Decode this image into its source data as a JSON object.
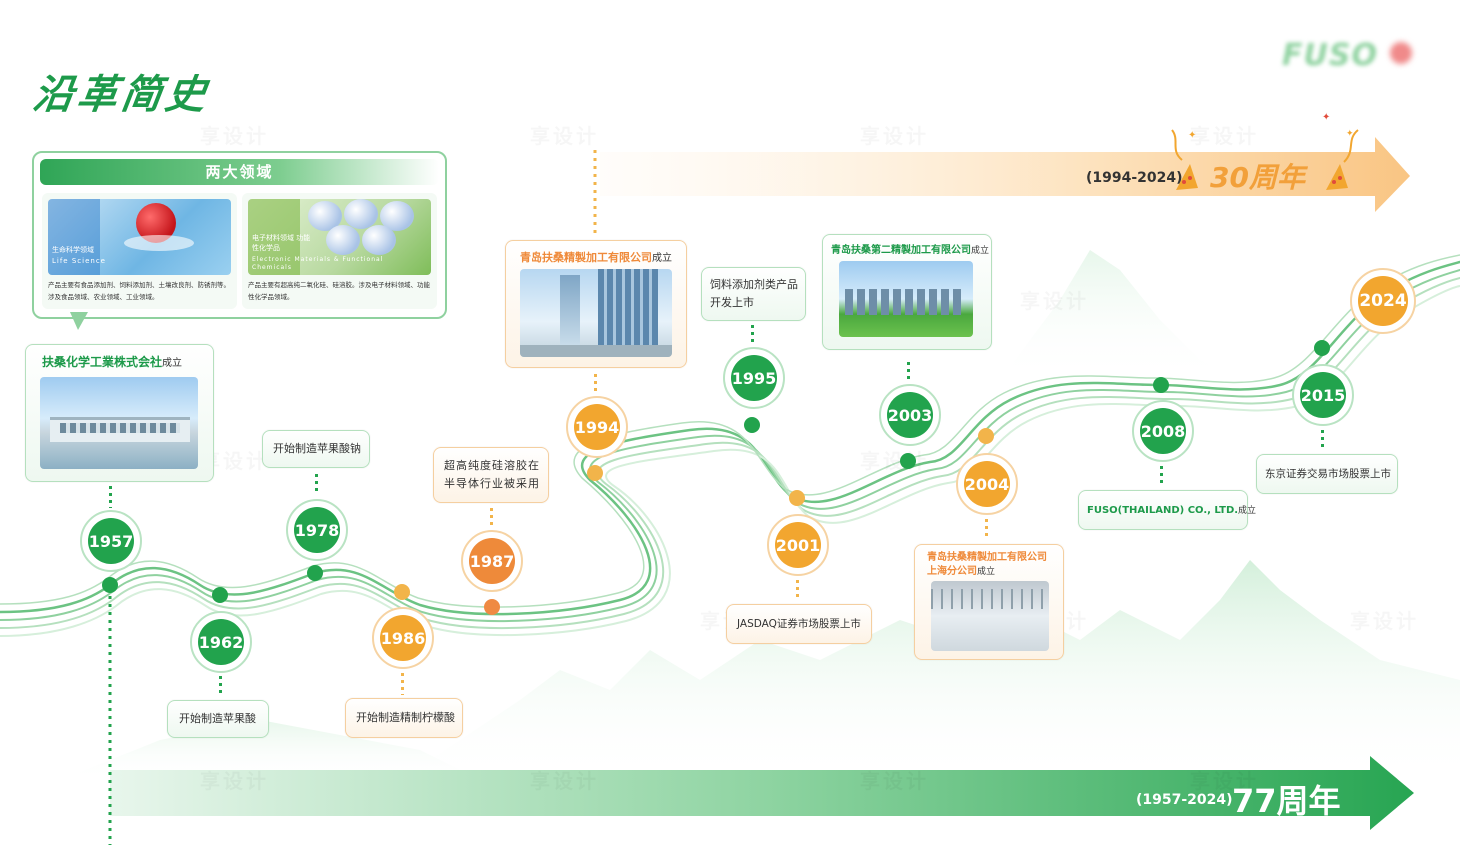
{
  "page_title": "沿革简史",
  "logo": "FUSO",
  "top_banner": {
    "range": "(1994-2024)",
    "anniversary": "30周年"
  },
  "bottom_banner": {
    "range": "(1957-2024)",
    "anniversary": "77周年"
  },
  "fields": {
    "heading": "两大领域",
    "life": {
      "label_cn": "生命科学领域",
      "label_en": "Life Science",
      "desc": "产品主要有食品添加剂、饲料添加剂、土壤改良剂、防锈剂等。涉及食品领域、农业领域、工业领域。"
    },
    "electronic": {
      "label_cn": "电子材料领域 功能性化学品",
      "label_en": "Electronic Materials & Functional Chemicals",
      "desc": "产品主要有超高纯二氧化硅、硅溶胶。涉及电子材料领域、功能性化学品领域。"
    }
  },
  "events": {
    "e1957": {
      "year": "1957",
      "title": "扶桑化学工業株式会社",
      "suffix": "成立"
    },
    "e1962": {
      "year": "1962",
      "text": "开始制造苹果酸"
    },
    "e1978": {
      "year": "1978",
      "text": "开始制造苹果酸钠"
    },
    "e1986": {
      "year": "1986",
      "text": "开始制造精制柠檬酸"
    },
    "e1987": {
      "year": "1987",
      "text": "超高纯度硅溶胶在半导体行业被采用"
    },
    "e1994": {
      "year": "1994",
      "title": "青岛扶桑精製加工有限公司",
      "suffix": "成立"
    },
    "e1995": {
      "year": "1995",
      "text": "饲料添加剂类产品开发上市"
    },
    "e2001": {
      "year": "2001",
      "text": "JASDAQ证券市场股票上市"
    },
    "e2003": {
      "year": "2003",
      "title": "青岛扶桑第二精製加工有限公司",
      "suffix": "成立"
    },
    "e2004": {
      "year": "2004",
      "title": "青岛扶桑精製加工有限公司",
      "title2": "上海分公司",
      "suffix": "成立"
    },
    "e2008": {
      "year": "2008",
      "title": "FUSO(THAILAND) CO., LTD.",
      "suffix": "成立"
    },
    "e2015": {
      "year": "2015",
      "text": "东京证券交易市场股票上市"
    },
    "e2024": {
      "year": "2024"
    }
  },
  "colors": {
    "green": "#22a34d",
    "orange": "#f2a62f",
    "light_green": "#8fd19f"
  }
}
